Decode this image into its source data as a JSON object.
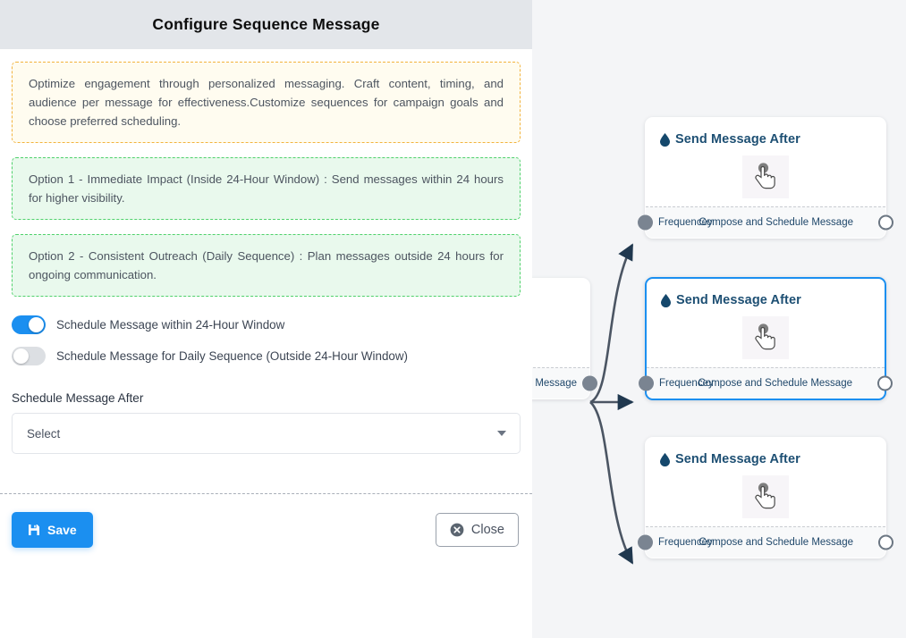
{
  "panel": {
    "title": "Configure Sequence Message",
    "callouts": [
      {
        "kind": "info",
        "text": "Optimize engagement through personalized messaging. Craft content, timing, and audience per message for effectiveness.Customize sequences for campaign goals and choose preferred scheduling."
      },
      {
        "kind": "ok",
        "text": "Option 1 - Immediate Impact (Inside 24-Hour Window) : Send messages within 24 hours for higher visibility."
      },
      {
        "kind": "ok",
        "text": "Option 2 - Consistent Outreach (Daily Sequence) : Plan messages outside 24 hours for ongoing communication."
      }
    ],
    "toggles": [
      {
        "label": "Schedule Message within 24-Hour Window",
        "on": true
      },
      {
        "label": "Schedule Message for Daily Sequence (Outside 24-Hour Window)",
        "on": false
      }
    ],
    "field": {
      "label": "Schedule Message After",
      "value": "Select",
      "caret_icon": "chevron-down-icon"
    },
    "footer": {
      "save_label": "Save",
      "save_icon": "save-icon",
      "save_color": "#1b8ff0",
      "close_label": "Close",
      "close_icon": "circle-x-icon"
    }
  },
  "canvas": {
    "background": "#f4f5f7",
    "selected_color": "#1b8ff0",
    "edge_color": "#4b5563",
    "nodes": [
      {
        "id": "node-top",
        "title": "Send Message After",
        "icon": "droplet-icon",
        "cursor_icon": "pointer-hand-icon",
        "foot_left": "Frequencey",
        "foot_right": "Compose and Schedule Message",
        "selected": false
      },
      {
        "id": "node-middle",
        "title": "Send Message After",
        "icon": "droplet-icon",
        "cursor_icon": "pointer-hand-icon",
        "foot_left": "Frequencey",
        "foot_right": "Compose and Schedule Message",
        "selected": true
      },
      {
        "id": "node-bottom",
        "title": "Send Message After",
        "icon": "droplet-icon",
        "cursor_icon": "pointer-hand-icon",
        "foot_left": "Frequencey",
        "foot_right": "Compose and Schedule Message",
        "selected": false
      }
    ],
    "partial_node": {
      "id": "node-source-partial",
      "foot_right": "ce Message"
    }
  }
}
